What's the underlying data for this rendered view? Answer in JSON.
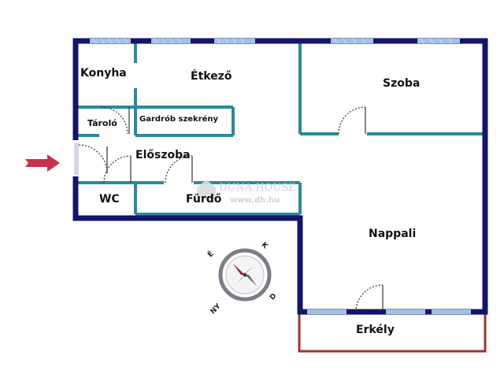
{
  "colors": {
    "wall_outer": "#14146b",
    "wall_inner": "#2a8a9a",
    "window": "#9fc3e0",
    "balcony": "#a03232",
    "entry_arrow": "#c8324a",
    "door_arc": "#333333"
  },
  "rooms": {
    "konyha": "Konyha",
    "etkezo": "Étkező",
    "szoba": "Szoba",
    "tarolo": "Tároló",
    "gardrob": "Gardrób szekrény",
    "eloszoba": "Előszoba",
    "wc": "WC",
    "furdo": "Fürdő",
    "nappali": "Nappali",
    "erkely": "Erkély"
  },
  "watermark": {
    "brand": "DUNA HOUSE",
    "url": "www.dh.hu"
  },
  "compass": {
    "north": "É",
    "east": "K",
    "south": "D",
    "west": "NY"
  },
  "icons": {
    "entry": "arrow-right-icon",
    "compass": "compass-icon"
  }
}
